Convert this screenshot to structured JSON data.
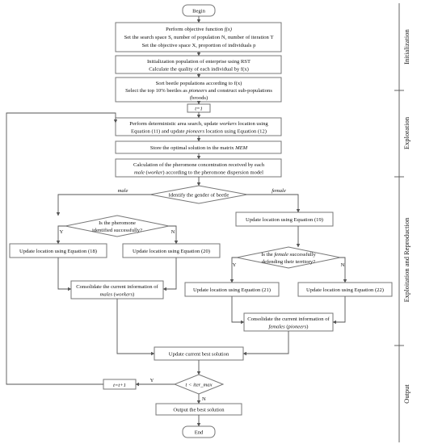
{
  "nodes": {
    "begin": "Begin",
    "init1_l1_a": "Perform objective function ",
    "init1_l1_b": "f(x)",
    "init1_l2": "Set the search space S, number of population N, number of iteration T",
    "init1_l3": "Set the objective space X, proportion of individuals p",
    "init2_l1": "Initialization population of enterprise using RST",
    "init2_l2": "Calculate the quality of each individual by f(x)",
    "sort_l1": "Sort beetle populations according to f(x)",
    "sort_l2_a": "Select the top 10% beetles as ",
    "sort_l2_b": "pioneers",
    "sort_l2_c": " and construct sub-populations",
    "sort_l3": "(broods)",
    "t1": "t=1",
    "explore_l1_a": "Perform deterministic area search, update ",
    "explore_l1_b": "workers",
    "explore_l1_c": " location using",
    "explore_l2_a": "Equation (11) and update ",
    "explore_l2_b": "pioneers",
    "explore_l2_c": " location using Equation (12)",
    "store_a": "Store the optimal solution in the matrix ",
    "store_b": "MEM",
    "pher_l1": "Calculation of the pheromone concentration received by each",
    "pher_l2_a": "male",
    "pher_l2_b": " (",
    "pher_l2_c": "worker",
    "pher_l2_d": ") according to the pheromone dispersion model",
    "gender": "Identify the gender of beetle",
    "male_label": "male",
    "female_label": "female",
    "pher_q_l1": "Is the pheromone",
    "pher_q_l2": "identified successfully?",
    "y1": "Y",
    "n1": "N",
    "eq18": "Update location using Equation (18)",
    "eq20": "Update location using Equation (20)",
    "eq19": "Update location using Equation (19)",
    "fem_q_l1_a": "Is the ",
    "fem_q_l1_b": "female",
    "fem_q_l1_c": " successfully",
    "fem_q_l2": "defending their territory?",
    "y2": "Y",
    "n2": "N",
    "eq21": "Update location using Equation (21)",
    "eq22": "Update location using Equation (22)",
    "cons_m_l1": "Consolidate the current information of",
    "cons_m_l2_a": "males",
    "cons_m_l2_b": " (",
    "cons_m_l2_c": "workers",
    "cons_m_l2_d": ")",
    "cons_f_l1": "Consolidate the current information of",
    "cons_f_l2_a": "females",
    "cons_f_l2_b": " (",
    "cons_f_l2_c": "pioneers",
    "cons_f_l2_d": ")",
    "best": "Update current best solution",
    "cond": "t < iter_max",
    "y3": "Y",
    "n3": "N",
    "tinc": "t=t+1",
    "output": "Output the best solution",
    "end": "End"
  },
  "stages": {
    "initialization": "Initialization",
    "exploration": "Exploration",
    "exploitation": "Exploitation and Reproduction",
    "output": "Output"
  }
}
